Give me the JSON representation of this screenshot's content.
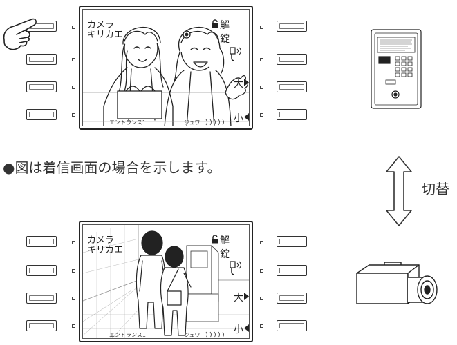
{
  "caption": "●図は着信画面の場合を示します。",
  "switch_label": "切替",
  "screen_top": {
    "camera_label": "カメラ\nキリカエ",
    "unlock_label": "解錠",
    "vol_up_label": "大",
    "vol_down_label": "小",
    "entrance_label": "エントランス1",
    "status_label": "ジュワ"
  },
  "screen_bottom": {
    "camera_label": "カメラ\nキリカエ",
    "unlock_label": "解錠",
    "vol_up_label": "大",
    "vol_down_label": "小",
    "entrance_label": "エントランス1",
    "status_label": "ジュワ"
  },
  "icons": {
    "hand": "pointing-hand-icon",
    "lock": "padlock-icon",
    "speaker": "speaker-icon",
    "arrow_right": "triangle-right-icon",
    "arrow_left": "triangle-left-icon",
    "double_arrow": "double-vertical-arrow-icon",
    "panel": "entrance-panel-icon",
    "camera": "security-camera-icon"
  }
}
